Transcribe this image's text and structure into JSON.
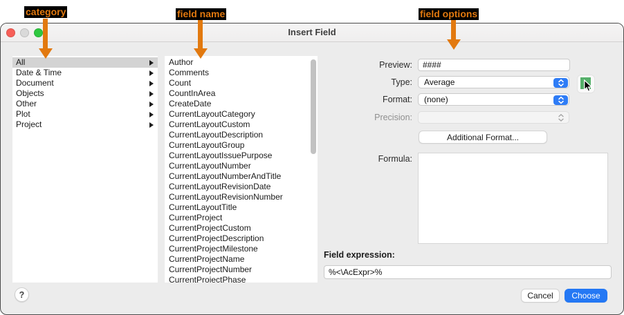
{
  "annotations": {
    "color": "#e2790f",
    "items": [
      {
        "label": "category"
      },
      {
        "label": "field name"
      },
      {
        "label": "field options"
      }
    ]
  },
  "window": {
    "title": "Insert Field"
  },
  "categories": {
    "items": [
      {
        "label": "All",
        "selected": true
      },
      {
        "label": "Date & Time",
        "selected": false
      },
      {
        "label": "Document",
        "selected": false
      },
      {
        "label": "Objects",
        "selected": false
      },
      {
        "label": "Other",
        "selected": false
      },
      {
        "label": "Plot",
        "selected": false
      },
      {
        "label": "Project",
        "selected": false
      }
    ]
  },
  "field_names": {
    "items": [
      "Author",
      "Comments",
      "Count",
      "CountInArea",
      "CreateDate",
      "CurrentLayoutCategory",
      "CurrentLayoutCustom",
      "CurrentLayoutDescription",
      "CurrentLayoutGroup",
      "CurrentLayoutIssuePurpose",
      "CurrentLayoutNumber",
      "CurrentLayoutNumberAndTitle",
      "CurrentLayoutRevisionDate",
      "CurrentLayoutRevisionNumber",
      "CurrentLayoutTitle",
      "CurrentProject",
      "CurrentProjectCustom",
      "CurrentProjectDescription",
      "CurrentProjectMilestone",
      "CurrentProjectName",
      "CurrentProjectNumber",
      "CurrentProjectPhase"
    ]
  },
  "options": {
    "preview_label": "Preview:",
    "preview_value": "####",
    "type_label": "Type:",
    "type_value": "Average",
    "format_label": "Format:",
    "format_value": "(none)",
    "precision_label": "Precision:",
    "precision_value": "",
    "additional_format_label": "Additional Format...",
    "formula_label": "Formula:",
    "formula_value": ""
  },
  "expression": {
    "label": "Field expression:",
    "value": "%<\\AcExpr>%"
  },
  "footer": {
    "help_label": "?",
    "cancel_label": "Cancel",
    "choose_label": "Choose"
  },
  "colors": {
    "annotation_orange": "#e2790f",
    "accent_blue": "#2478f4",
    "popup_capsule_blue": "#2e7cf6",
    "pick_green": "#55b06a",
    "selected_row_gray": "#d3d3d3"
  }
}
